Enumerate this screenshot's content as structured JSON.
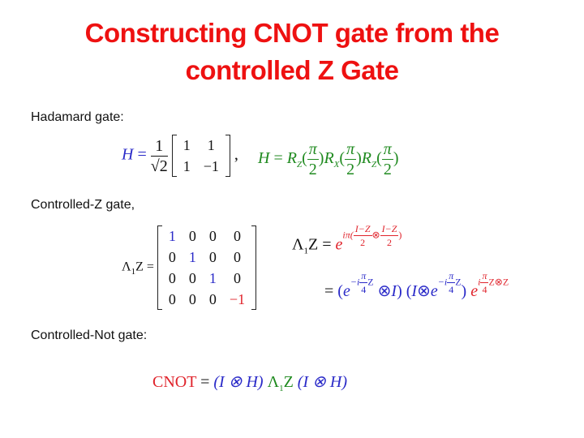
{
  "slide": {
    "title_line1": "Constructing CNOT gate from the",
    "title_line2": "controlled Z Gate",
    "title_color": "#ee1111"
  },
  "hadamard": {
    "label": "Hadamard gate:",
    "lhs": "H",
    "eq": "=",
    "coef_num": "1",
    "coef_den": "√2",
    "matrix": [
      [
        "1",
        "1"
      ],
      [
        "1",
        "−1"
      ]
    ],
    "comma": ",",
    "decomp": {
      "lhs": "H",
      "eq": "=",
      "terms": [
        {
          "op": "R",
          "sub": "Z",
          "num": "π",
          "den": "2"
        },
        {
          "op": "R",
          "sub": "X",
          "num": "π",
          "den": "2"
        },
        {
          "op": "R",
          "sub": "Z",
          "num": "π",
          "den": "2"
        }
      ]
    },
    "colors": {
      "matrix_formula": "#2a2ac8",
      "decomp": "#1f8a1f"
    }
  },
  "controlled_z": {
    "label": "Controlled-Z gate,",
    "lhs": "Λ",
    "lhs_sub": "1",
    "lhs_op": "Z",
    "eq": "=",
    "matrix": [
      [
        "1",
        "0",
        "0",
        "0"
      ],
      [
        "0",
        "1",
        "0",
        "0"
      ],
      [
        "0",
        "0",
        "1",
        "0"
      ],
      [
        "0",
        "0",
        "0",
        "−1"
      ]
    ],
    "exp_form": {
      "lhs": "Λ",
      "lhs_sub": "1",
      "lhs_op": "Z",
      "eq": "=",
      "base": "e",
      "exponent_prefix": "iπ(",
      "frac1_num": "I−Z",
      "frac1_den": "2",
      "otimes": "⊗",
      "frac2_num": "I−Z",
      "frac2_den": "2",
      "exponent_suffix": ")"
    },
    "decomposition": {
      "eq": "=",
      "open1": "(",
      "e1": "e",
      "e1_exp_prefix": "−i",
      "e1_exp_num": "π",
      "e1_exp_den": "4",
      "e1_exp_suffix": "Z",
      "otimes1": "⊗",
      "I1": "I",
      "close1": ")",
      "open2": "(",
      "I2": "I",
      "otimes2": "⊗",
      "e2": "e",
      "e2_exp_prefix": "−i",
      "e2_exp_num": "π",
      "e2_exp_den": "4",
      "e2_exp_suffix": "Z",
      "close2": ")",
      "e3": "e",
      "e3_exp_prefix": "i",
      "e3_exp_num": "π",
      "e3_exp_den": "4",
      "e3_exp_suffix": "Z⊗Z"
    }
  },
  "cnot": {
    "label": "Controlled-Not gate:",
    "lhs": "CNOT",
    "eq": "=",
    "left_factor": "(I ⊗ H)",
    "middle": "Λ",
    "middle_sub": "1",
    "middle_op": "Z",
    "right_factor": "(I ⊗ H)"
  }
}
